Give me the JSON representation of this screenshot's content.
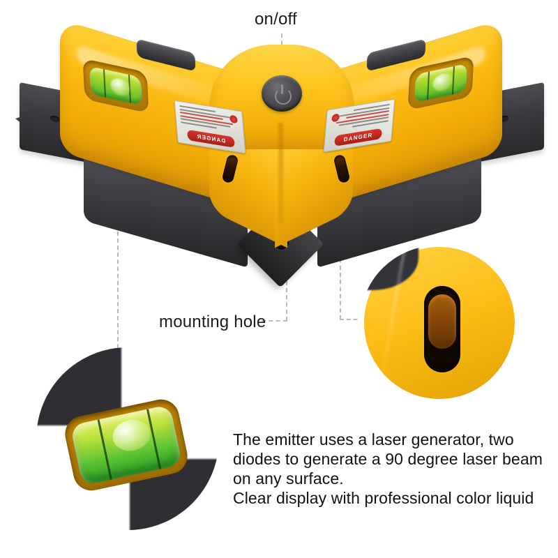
{
  "image": {
    "subject": "90 degree laser level square product photo",
    "background_color": "#ffffff"
  },
  "colors": {
    "body_yellow": "#fcbd18",
    "body_yellow_dark": "#e8a806",
    "base_black": "#33333a",
    "vial_green": "#9fd62a",
    "danger_red": "#c0302a",
    "leader_line": "#b9b9bd",
    "text": "#111111"
  },
  "annotations": [
    {
      "id": "on-off",
      "label": "on/off"
    },
    {
      "id": "mounting-hole",
      "label": "mounting hole"
    }
  ],
  "device": {
    "power_button": {
      "name": "power-button",
      "glyph": "power-symbol"
    },
    "warning_labels": [
      {
        "side": "left",
        "text": "DANGER"
      },
      {
        "side": "right",
        "text": "DANGER"
      }
    ],
    "bubble_vials": [
      {
        "side": "left"
      },
      {
        "side": "right"
      }
    ],
    "emitters": [
      {
        "side": "left"
      },
      {
        "side": "right"
      }
    ],
    "mounting_hole": {
      "location": "apex base plate"
    }
  },
  "detail_insets": [
    {
      "id": "vial-closeup",
      "depicts": "bubble level vial close-up"
    },
    {
      "id": "emitter-closeup",
      "depicts": "laser emitter aperture close-up"
    }
  ],
  "description": {
    "line1": "The emitter uses a laser generator, two",
    "line2": "diodes to generate a 90 degree laser beam",
    "line3": "on any surface.",
    "line4": "Clear display with professional color liquid"
  }
}
